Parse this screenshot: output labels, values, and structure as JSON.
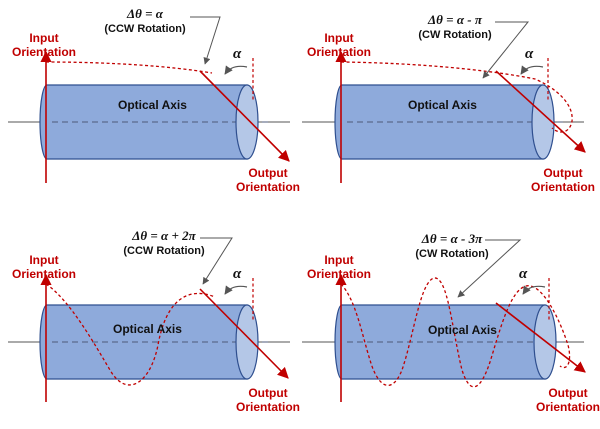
{
  "colors": {
    "cylinder_fill": "#8eaadb",
    "cylinder_end": "#b4c7e7",
    "cylinder_stroke": "#2f4f8f",
    "red": "#c00000",
    "axis": "#555555"
  },
  "panels": [
    {
      "input_label": [
        "Input",
        "Orientation"
      ],
      "output_label": [
        "Output",
        "Orientation"
      ],
      "axis_label": "Optical Axis",
      "alpha": "α",
      "equation": "Δθ = α",
      "rotation": "(CCW Rotation)"
    },
    {
      "input_label": [
        "Input",
        "Orientation"
      ],
      "output_label": [
        "Output",
        "Orientation"
      ],
      "axis_label": "Optical Axis",
      "alpha": "α",
      "equation": "Δθ = α - π",
      "rotation": "(CW Rotation)"
    },
    {
      "input_label": [
        "Input",
        "Orientation"
      ],
      "output_label": [
        "Output",
        "Orientation"
      ],
      "axis_label": "Optical Axis",
      "alpha": "α",
      "equation": "Δθ = α + 2π",
      "rotation": "(CCW Rotation)"
    },
    {
      "input_label": [
        "Input",
        "Orientation"
      ],
      "output_label": [
        "Output",
        "Orientation"
      ],
      "axis_label": "Optical Axis",
      "alpha": "α",
      "equation": "Δθ = α - 3π",
      "rotation": "(CW Rotation)"
    }
  ]
}
